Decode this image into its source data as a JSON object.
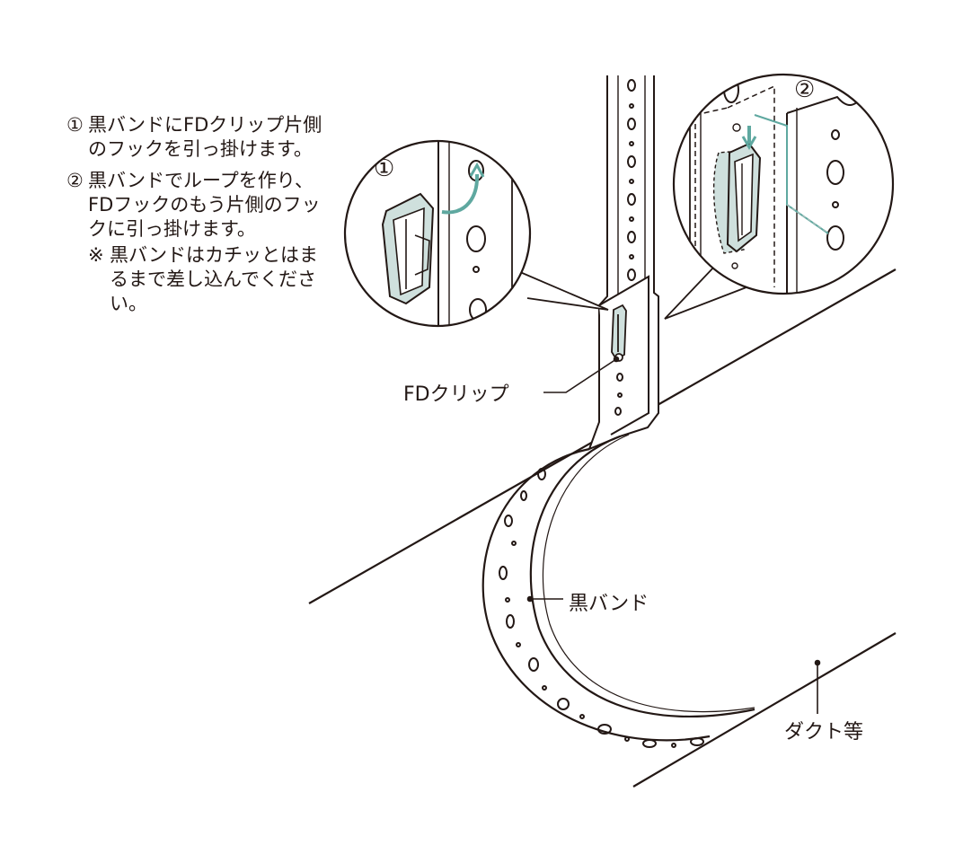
{
  "instructions": {
    "step1": {
      "num": "①",
      "text": "黒バンドにFDクリップ片側のフックを引っ掛けます。"
    },
    "step2": {
      "num": "②",
      "text": "黒バンドでループを作り、FDフックのもう片側のフックに引っ掛けます。"
    },
    "note": {
      "mark": "※",
      "text": "黒バンドはカチッとはまるまで差し込んでください。"
    }
  },
  "callouts": {
    "detail1": "①",
    "detail2": "②"
  },
  "labels": {
    "fd_clip": "FDクリップ",
    "black_band": "黒バンド",
    "duct": "ダクト等"
  },
  "colors": {
    "line": "#231815",
    "clip_fill": "#cfe0dd",
    "clip_shade": "#9fbdb8",
    "arrow": "#5fa8a0"
  }
}
